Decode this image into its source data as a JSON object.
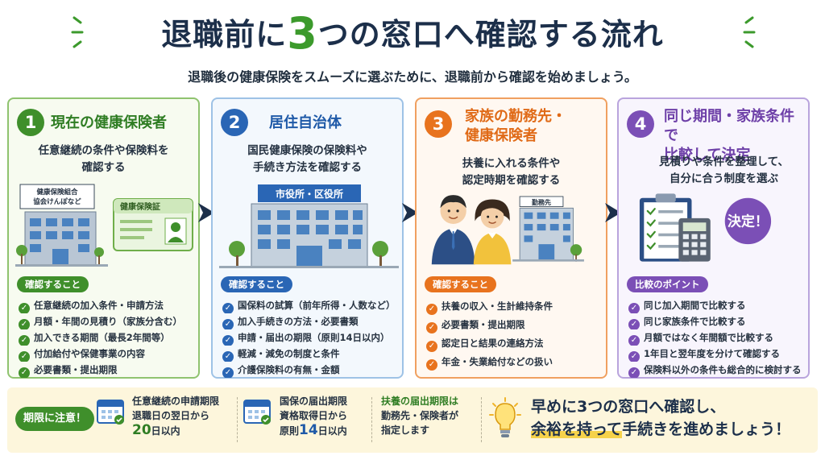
{
  "header": {
    "title_before": "退職前に",
    "title_number": "3",
    "title_after": "つの窓口へ確認する流れ",
    "subtitle": "退職後の健康保険をスムーズに選ぶために、退職前から確認を始めましょう。"
  },
  "colors": {
    "green": "#3f8f2b",
    "blue": "#2a66b5",
    "orange": "#e8731e",
    "purple": "#7b4fb6",
    "dark_navy": "#1c2f4a",
    "bottom_bg": "#fdf6dc"
  },
  "cards": [
    {
      "number": "1",
      "title_line1": "現在の健康保険者",
      "title_line2": "",
      "desc_line1": "任意継続の条件や保険料を",
      "desc_line2": "確認する",
      "building_label_line1": "健康保険組合",
      "building_label_line2": "協会けんぽなど",
      "card_label": "健康保険証",
      "section_label": "確認すること",
      "items": [
        "任意継続の加入条件・申請方法",
        "月額・年間の見積り（家族分含む）",
        "加入できる期間（最長2年間等）",
        "付加給付や保健事業の内容",
        "必要書類・提出期限"
      ]
    },
    {
      "number": "2",
      "title_line1": "居住自治体",
      "title_line2": "",
      "desc_line1": "国民健康保険の保険料や",
      "desc_line2": "手続き方法を確認する",
      "building_label": "市役所・区役所",
      "section_label": "確認すること",
      "items": [
        "国保料の試算（前年所得・人数など）",
        "加入手続きの方法・必要書類",
        "申請・届出の期限（原則14日以内）",
        "軽減・減免の制度と条件",
        "介護保険料の有無・金額"
      ]
    },
    {
      "number": "3",
      "title_line1": "家族の勤務先・",
      "title_line2": "健康保険者",
      "desc_line1": "扶養に入れる条件や",
      "desc_line2": "認定時期を確認する",
      "building_label": "勤務先",
      "section_label": "確認すること",
      "items": [
        "扶養の収入・生計維持条件",
        "必要書類・提出期限",
        "認定日と結果の連絡方法",
        "年金・失業給付などの扱い"
      ]
    },
    {
      "number": "4",
      "title_line1": "同じ期間・家族条件で",
      "title_line2": "比較して決定",
      "desc_line1": "見積りや条件を整理して、",
      "desc_line2": "自分に合う制度を選ぶ",
      "decision_label": "決定！",
      "section_label": "比較のポイント",
      "items": [
        "同じ加入期間で比較する",
        "同じ家族条件で比較する",
        "月額ではなく年間額で比較する",
        "1年目と翌年度を分けて確認する",
        "保険料以外の条件も総合的に検討する"
      ]
    }
  ],
  "bottom": {
    "deadline_label": "期限に注意！",
    "item1": {
      "line1": "任意継続の申請期限",
      "line2": "退職日の翌日から",
      "num": "20",
      "unit": "日以内"
    },
    "item2": {
      "line1": "国保の届出期限",
      "line2": "資格取得日から",
      "prefix": "原則",
      "num": "14",
      "unit": "日以内"
    },
    "item3": {
      "line1": "扶養の届出期限は",
      "line2": "勤務先・保険者が",
      "line3": "指定します"
    },
    "final_line1": "早めに3つの窓口へ確認し、",
    "final_line2_hl": "余裕を持って",
    "final_line2_rest": "手続きを進めましょう！"
  }
}
